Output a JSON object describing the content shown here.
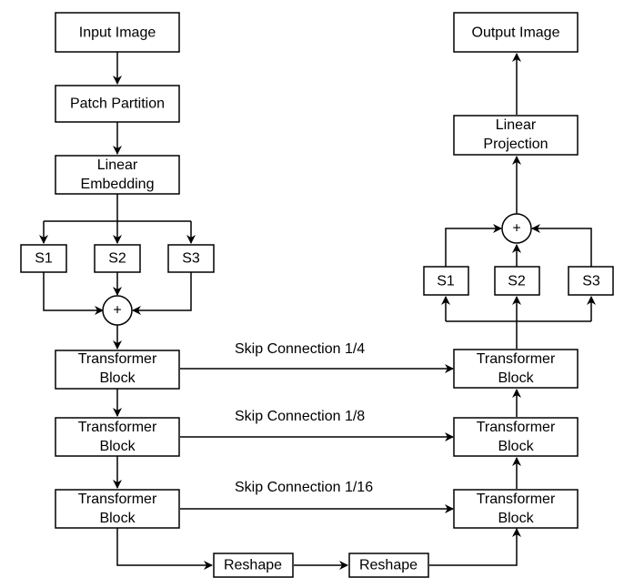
{
  "nodes": {
    "input_image": [
      "Input Image"
    ],
    "patch_partition": [
      "Patch Partition"
    ],
    "linear_embedding": [
      "Linear",
      "Embedding"
    ],
    "enc_s1": [
      "S1"
    ],
    "enc_s2": [
      "S2"
    ],
    "enc_s3": [
      "S3"
    ],
    "enc_tb1": [
      "Transformer",
      "Block"
    ],
    "enc_tb2": [
      "Transformer",
      "Block"
    ],
    "enc_tb3": [
      "Transformer",
      "Block"
    ],
    "reshape1": [
      "Reshape"
    ],
    "reshape2": [
      "Reshape"
    ],
    "output_image": [
      "Output Image"
    ],
    "linear_projection": [
      "Linear",
      "Projection"
    ],
    "dec_s1": [
      "S1"
    ],
    "dec_s2": [
      "S2"
    ],
    "dec_s3": [
      "S3"
    ],
    "dec_tb1": [
      "Transformer",
      "Block"
    ],
    "dec_tb2": [
      "Transformer",
      "Block"
    ],
    "dec_tb3": [
      "Transformer",
      "Block"
    ]
  },
  "sum_symbol": "+",
  "skip_labels": {
    "s4": "Skip Connection 1/4",
    "s8": "Skip Connection 1/8",
    "s16": "Skip Connection 1/16"
  }
}
